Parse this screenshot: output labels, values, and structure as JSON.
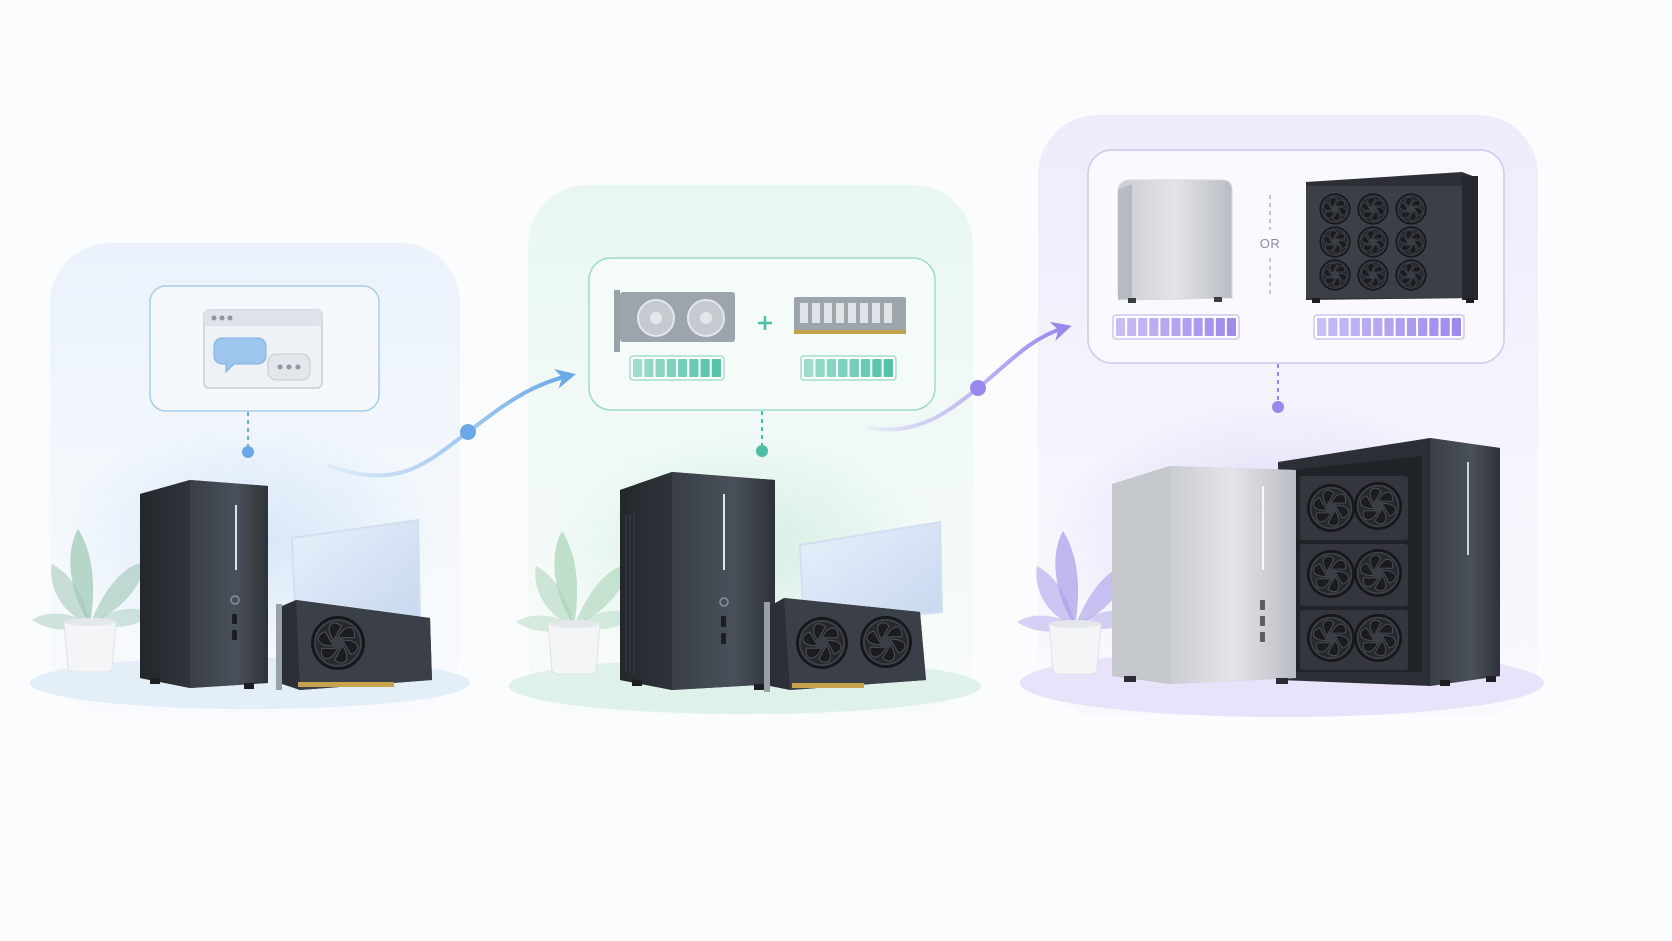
{
  "diagram": {
    "stages": [
      {
        "id": "stage-1",
        "theme": "blue",
        "accent": "#6aa8e8",
        "callout_icon": "chat-window-icon",
        "hardware": [
          "mini-pc-tower-icon",
          "single-fan-gpu-icon",
          "monitor-icon",
          "plant-icon"
        ]
      },
      {
        "id": "stage-2",
        "theme": "green",
        "accent": "#4bbfa3",
        "callout_icons": [
          "dual-fan-gpu-icon",
          "plus-icon",
          "ram-stick-icon"
        ],
        "meters": [
          {
            "filled_fraction": 1.0
          },
          {
            "filled_fraction": 1.0
          }
        ],
        "hardware": [
          "tower-pc-icon",
          "dual-fan-gpu-icon",
          "monitor-icon",
          "plant-icon"
        ]
      },
      {
        "id": "stage-3",
        "theme": "purple",
        "accent": "#9a86ec",
        "callout_options_separator": "OR",
        "callout_icons": [
          "silver-workstation-icon",
          "multi-gpu-server-icon"
        ],
        "meters": [
          {
            "filled_fraction": 1.0
          },
          {
            "filled_fraction": 1.0
          }
        ],
        "hardware": [
          "silver-workstation-icon",
          "multi-gpu-server-icon",
          "plant-icon"
        ]
      }
    ],
    "arrows": [
      {
        "from": "stage-1",
        "to": "stage-2",
        "color": "#6aa8e8"
      },
      {
        "from": "stage-2",
        "to": "stage-3",
        "color": "#9a86ec"
      }
    ]
  }
}
